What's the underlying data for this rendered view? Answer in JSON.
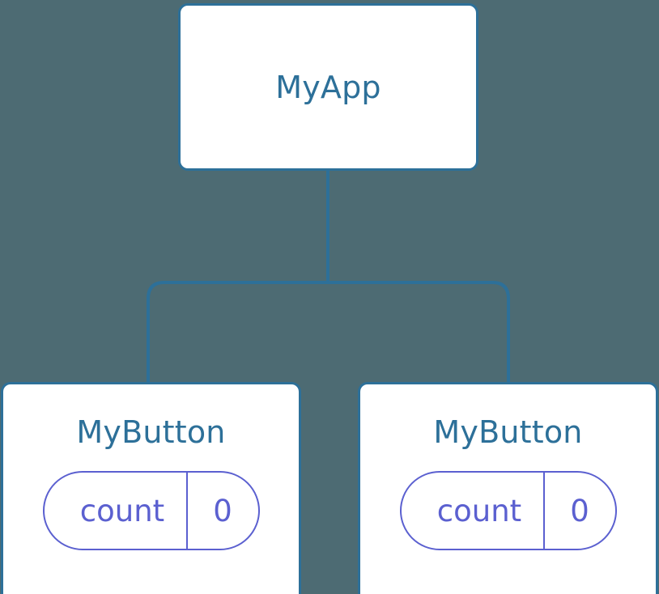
{
  "diagram": {
    "type": "component-tree",
    "background_color": "#4d6b73",
    "node_border_color": "#2d7099",
    "node_text_color": "#2d7099",
    "pill_color": "#5b60d0",
    "connector_color": "#2d7099"
  },
  "root": {
    "label": "MyApp"
  },
  "children": [
    {
      "label": "MyButton",
      "state": {
        "key": "count",
        "value": "0"
      }
    },
    {
      "label": "MyButton",
      "state": {
        "key": "count",
        "value": "0"
      }
    }
  ]
}
